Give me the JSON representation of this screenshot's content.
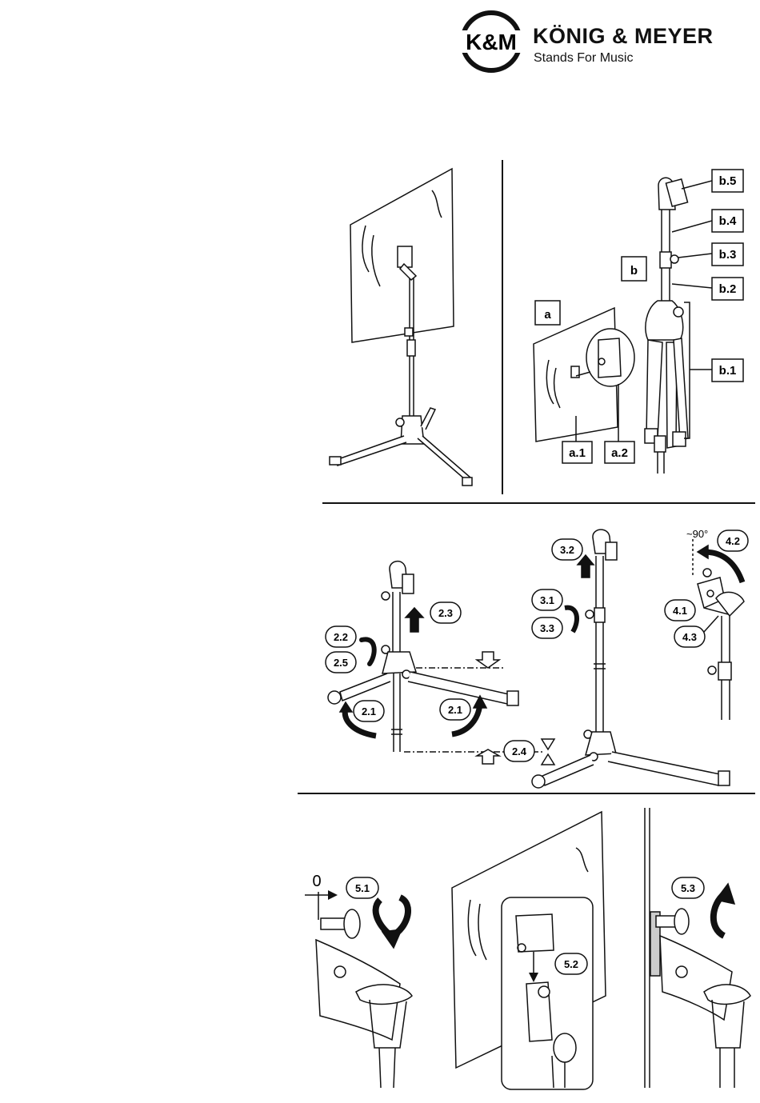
{
  "brand": {
    "logo_text": "K&M",
    "name": "KÖNIG & MEYER",
    "tagline": "Stands For Music"
  },
  "labels": {
    "a": "a",
    "a1": "a.1",
    "a2": "a.2",
    "b": "b",
    "b1": "b.1",
    "b2": "b.2",
    "b3": "b.3",
    "b4": "b.4",
    "b5": "b.5"
  },
  "steps": {
    "s2_1": "2.1",
    "s2_2": "2.2",
    "s2_3": "2.3",
    "s2_4": "2.4",
    "s2_5": "2.5",
    "s3_1": "3.1",
    "s3_2": "3.2",
    "s3_3": "3.3",
    "s4_1": "4.1",
    "s4_2": "4.2",
    "s4_3": "4.3",
    "s5_1": "5.1",
    "s5_2": "5.2",
    "s5_3": "5.3"
  },
  "annotations": {
    "angle": "~90°",
    "zero_gap": "0"
  }
}
